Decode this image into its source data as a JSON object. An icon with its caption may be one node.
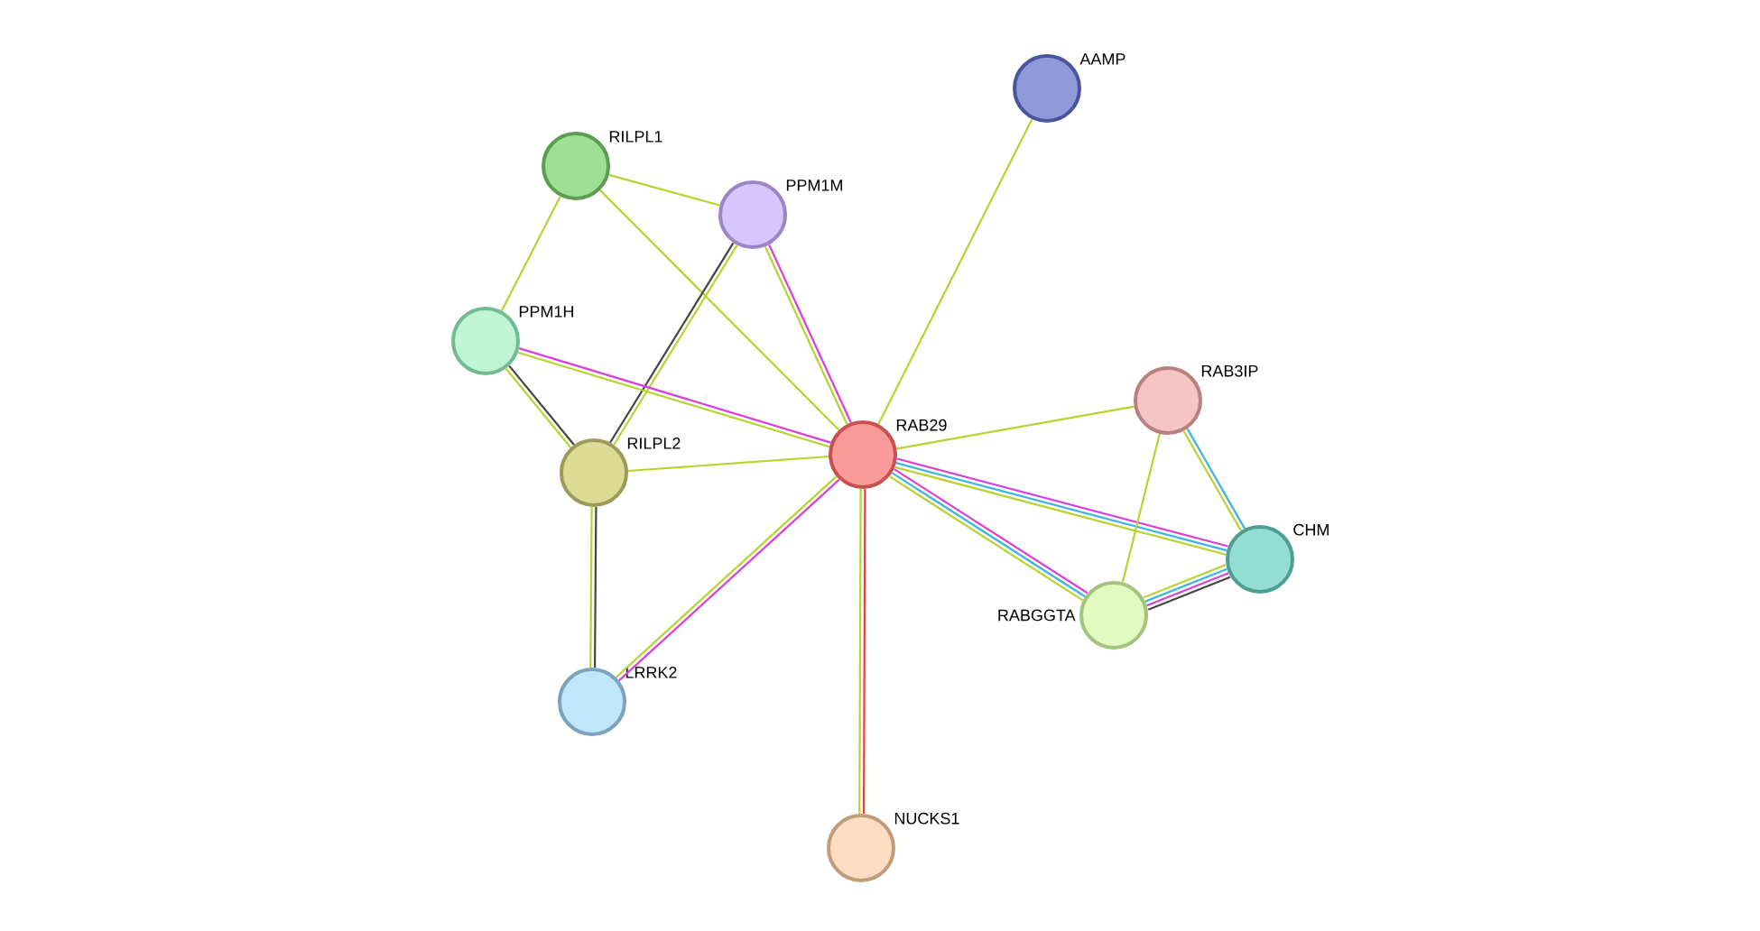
{
  "diagram": {
    "nodes": [
      {
        "text": [
          "AAMP"
        ]
      },
      {
        "text": [
          "RILPL1"
        ]
      },
      {
        "text": [
          "PPM1M"
        ]
      },
      {
        "text": [
          "PPM1H"
        ]
      },
      {
        "text": [
          "RAB3IP"
        ]
      },
      {
        "text": [
          "RAB29"
        ]
      },
      {
        "text": [
          "RILPL2"
        ]
      },
      {
        "text": [
          "CHM"
        ]
      },
      {
        "text": [
          "RABGGTA"
        ]
      },
      {
        "text": [
          "LRRK2"
        ]
      },
      {
        "text": [
          "NUCKS1"
        ]
      }
    ],
    "edges": [
      {
        "from": 1,
        "to": 2,
        "arrow": "none"
      },
      {
        "from": 1,
        "to": 3,
        "arrow": "none"
      },
      {
        "from": 1,
        "to": 5,
        "arrow": "none"
      },
      {
        "from": 2,
        "to": 5,
        "arrow": "none",
        "color": "#d93fd9"
      },
      {
        "from": 2,
        "to": 5,
        "arrow": "none"
      },
      {
        "from": 2,
        "to": 6,
        "arrow": "none"
      },
      {
        "from": 2,
        "to": 6,
        "arrow": "none",
        "color": "#444444"
      },
      {
        "from": 3,
        "to": 5,
        "arrow": "none",
        "color": "#d93fd9"
      },
      {
        "from": 3,
        "to": 5,
        "arrow": "none"
      },
      {
        "from": 3,
        "to": 6,
        "arrow": "none",
        "color": "#444444"
      },
      {
        "from": 3,
        "to": 6,
        "arrow": "none"
      },
      {
        "from": 6,
        "to": 5,
        "arrow": "none"
      },
      {
        "from": 6,
        "to": 9,
        "arrow": "none",
        "color": "#444444"
      },
      {
        "from": 6,
        "to": 9,
        "arrow": "none"
      },
      {
        "from": 0,
        "to": 5,
        "arrow": "none"
      },
      {
        "from": 5,
        "to": 4,
        "arrow": "none"
      },
      {
        "from": 5,
        "to": 7,
        "arrow": "none",
        "color": "#d93fd9"
      },
      {
        "from": 5,
        "to": 7,
        "arrow": "none",
        "color": "#3ab4e0"
      },
      {
        "from": 5,
        "to": 7,
        "arrow": "none"
      },
      {
        "from": 5,
        "to": 8,
        "arrow": "none",
        "color": "#d93fd9"
      },
      {
        "from": 5,
        "to": 8,
        "arrow": "none",
        "color": "#3ab4e0"
      },
      {
        "from": 5,
        "to": 8,
        "arrow": "none"
      },
      {
        "from": 5,
        "to": 9,
        "arrow": "none",
        "color": "#d93fd9"
      },
      {
        "from": 5,
        "to": 9,
        "arrow": "none"
      },
      {
        "from": 5,
        "to": 10,
        "arrow": "none",
        "color": "#f23a3a"
      },
      {
        "from": 5,
        "to": 10,
        "arrow": "none"
      },
      {
        "from": 4,
        "to": 7,
        "arrow": "none",
        "color": "#3ab4e0"
      },
      {
        "from": 4,
        "to": 7,
        "arrow": "none"
      },
      {
        "from": 4,
        "to": 8,
        "arrow": "none"
      },
      {
        "from": 8,
        "to": 7,
        "arrow": "none",
        "color": "#444444"
      },
      {
        "from": 8,
        "to": 7,
        "arrow": "none",
        "color": "#d93fd9"
      },
      {
        "from": 8,
        "to": 7,
        "arrow": "none",
        "color": "#3ab4e0"
      },
      {
        "from": 8,
        "to": 7,
        "arrow": "none"
      }
    ]
  }
}
